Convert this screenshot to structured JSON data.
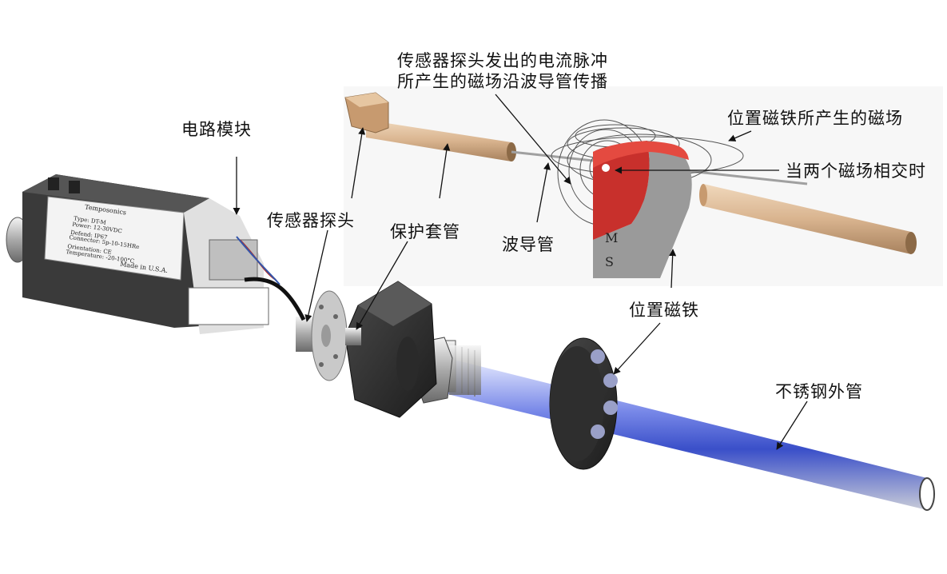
{
  "labels": {
    "top_line1": "传感器探头发出的电流脉冲",
    "top_line2": "所产生的磁场沿波导管传播",
    "magnet_field": "位置磁铁所产生的磁场",
    "intersect": "当两个磁场相交时",
    "circuit_module": "电路模块",
    "sensor_probe": "传感器探头",
    "protective_sleeve": "保护套管",
    "waveguide": "波导管",
    "position_magnet": "位置磁铁",
    "stainless_tube": "不锈钢外管"
  },
  "module_plate": {
    "brand": "Temposonics",
    "type": "Type: DT-M",
    "power": "Power: 12-30VDC",
    "defend": "Defend: IP67",
    "connector": "Connector: 5p-10-15HRe",
    "orientation": "Orientation: CE",
    "temperature": "Temperature: -20-100°C",
    "made_in": "Made in U.S.A."
  },
  "poles": {
    "north": "M",
    "south": "S"
  },
  "colors": {
    "waveguide_tan": "#d9b48f",
    "magnet_red": "#c8302c",
    "magnet_grey": "#9a9a9a",
    "tube_blue": "#3a4fc9",
    "housing_dark": "#3a3a3a"
  }
}
